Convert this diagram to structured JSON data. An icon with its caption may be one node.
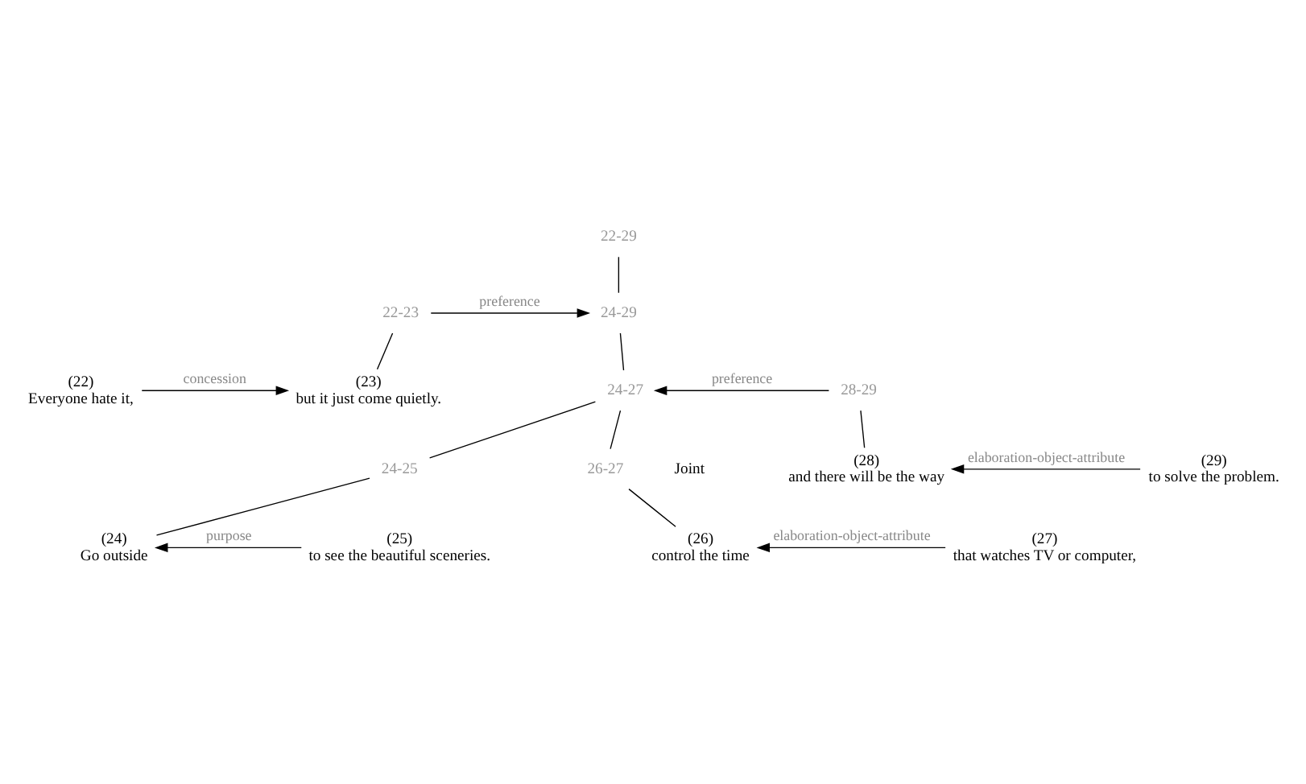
{
  "diagram": {
    "nodes": [
      {
        "text": [
          "22-29"
        ]
      },
      {
        "text": [
          "22-23"
        ]
      },
      {
        "text": [
          "24-29"
        ]
      },
      {
        "text": [
          "(22)",
          "Everyone hate it,"
        ]
      },
      {
        "text": [
          "(23)",
          "but it just come quietly."
        ]
      },
      {
        "text": [
          "24-27"
        ]
      },
      {
        "text": [
          "28-29"
        ]
      },
      {
        "text": [
          "24-25"
        ]
      },
      {
        "text": [
          "26-27"
        ]
      },
      {
        "text": [
          "(28)",
          "and there will be the way"
        ]
      },
      {
        "text": [
          "(29)",
          "to solve the problem."
        ]
      },
      {
        "text": [
          "(24)",
          "Go outside"
        ]
      },
      {
        "text": [
          "(25)",
          "to see the beautiful sceneries."
        ]
      },
      {
        "text": [
          "(26)",
          "control the time"
        ]
      },
      {
        "text": [
          "(27)",
          "that watches TV or computer,"
        ]
      }
    ],
    "edges": [
      {
        "from": 0,
        "to": 2,
        "arrow": "none"
      },
      {
        "from": 1,
        "to": 2,
        "arrow": "to",
        "label": "preference"
      },
      {
        "from": 1,
        "to": 4,
        "arrow": "none"
      },
      {
        "from": 3,
        "to": 4,
        "arrow": "to",
        "label": "concession"
      },
      {
        "from": 2,
        "to": 5,
        "arrow": "none"
      },
      {
        "from": 6,
        "to": 5,
        "arrow": "to",
        "label": "preference"
      },
      {
        "from": 5,
        "to": 7,
        "arrow": "none"
      },
      {
        "from": 5,
        "to": 8,
        "arrow": "none"
      },
      {
        "from": 6,
        "to": 9,
        "arrow": "none"
      },
      {
        "from": 10,
        "to": 9,
        "arrow": "to",
        "label": "elaboration-object-attribute"
      },
      {
        "from": 7,
        "to": 11,
        "arrow": "none"
      },
      {
        "from": 12,
        "to": 11,
        "arrow": "to",
        "label": "purpose"
      },
      {
        "from": 8,
        "to": 13,
        "arrow": "none"
      },
      {
        "from": 14,
        "to": 13,
        "arrow": "to",
        "label": "elaboration-object-attribute"
      }
    ],
    "labels": [
      "Joint"
    ]
  }
}
